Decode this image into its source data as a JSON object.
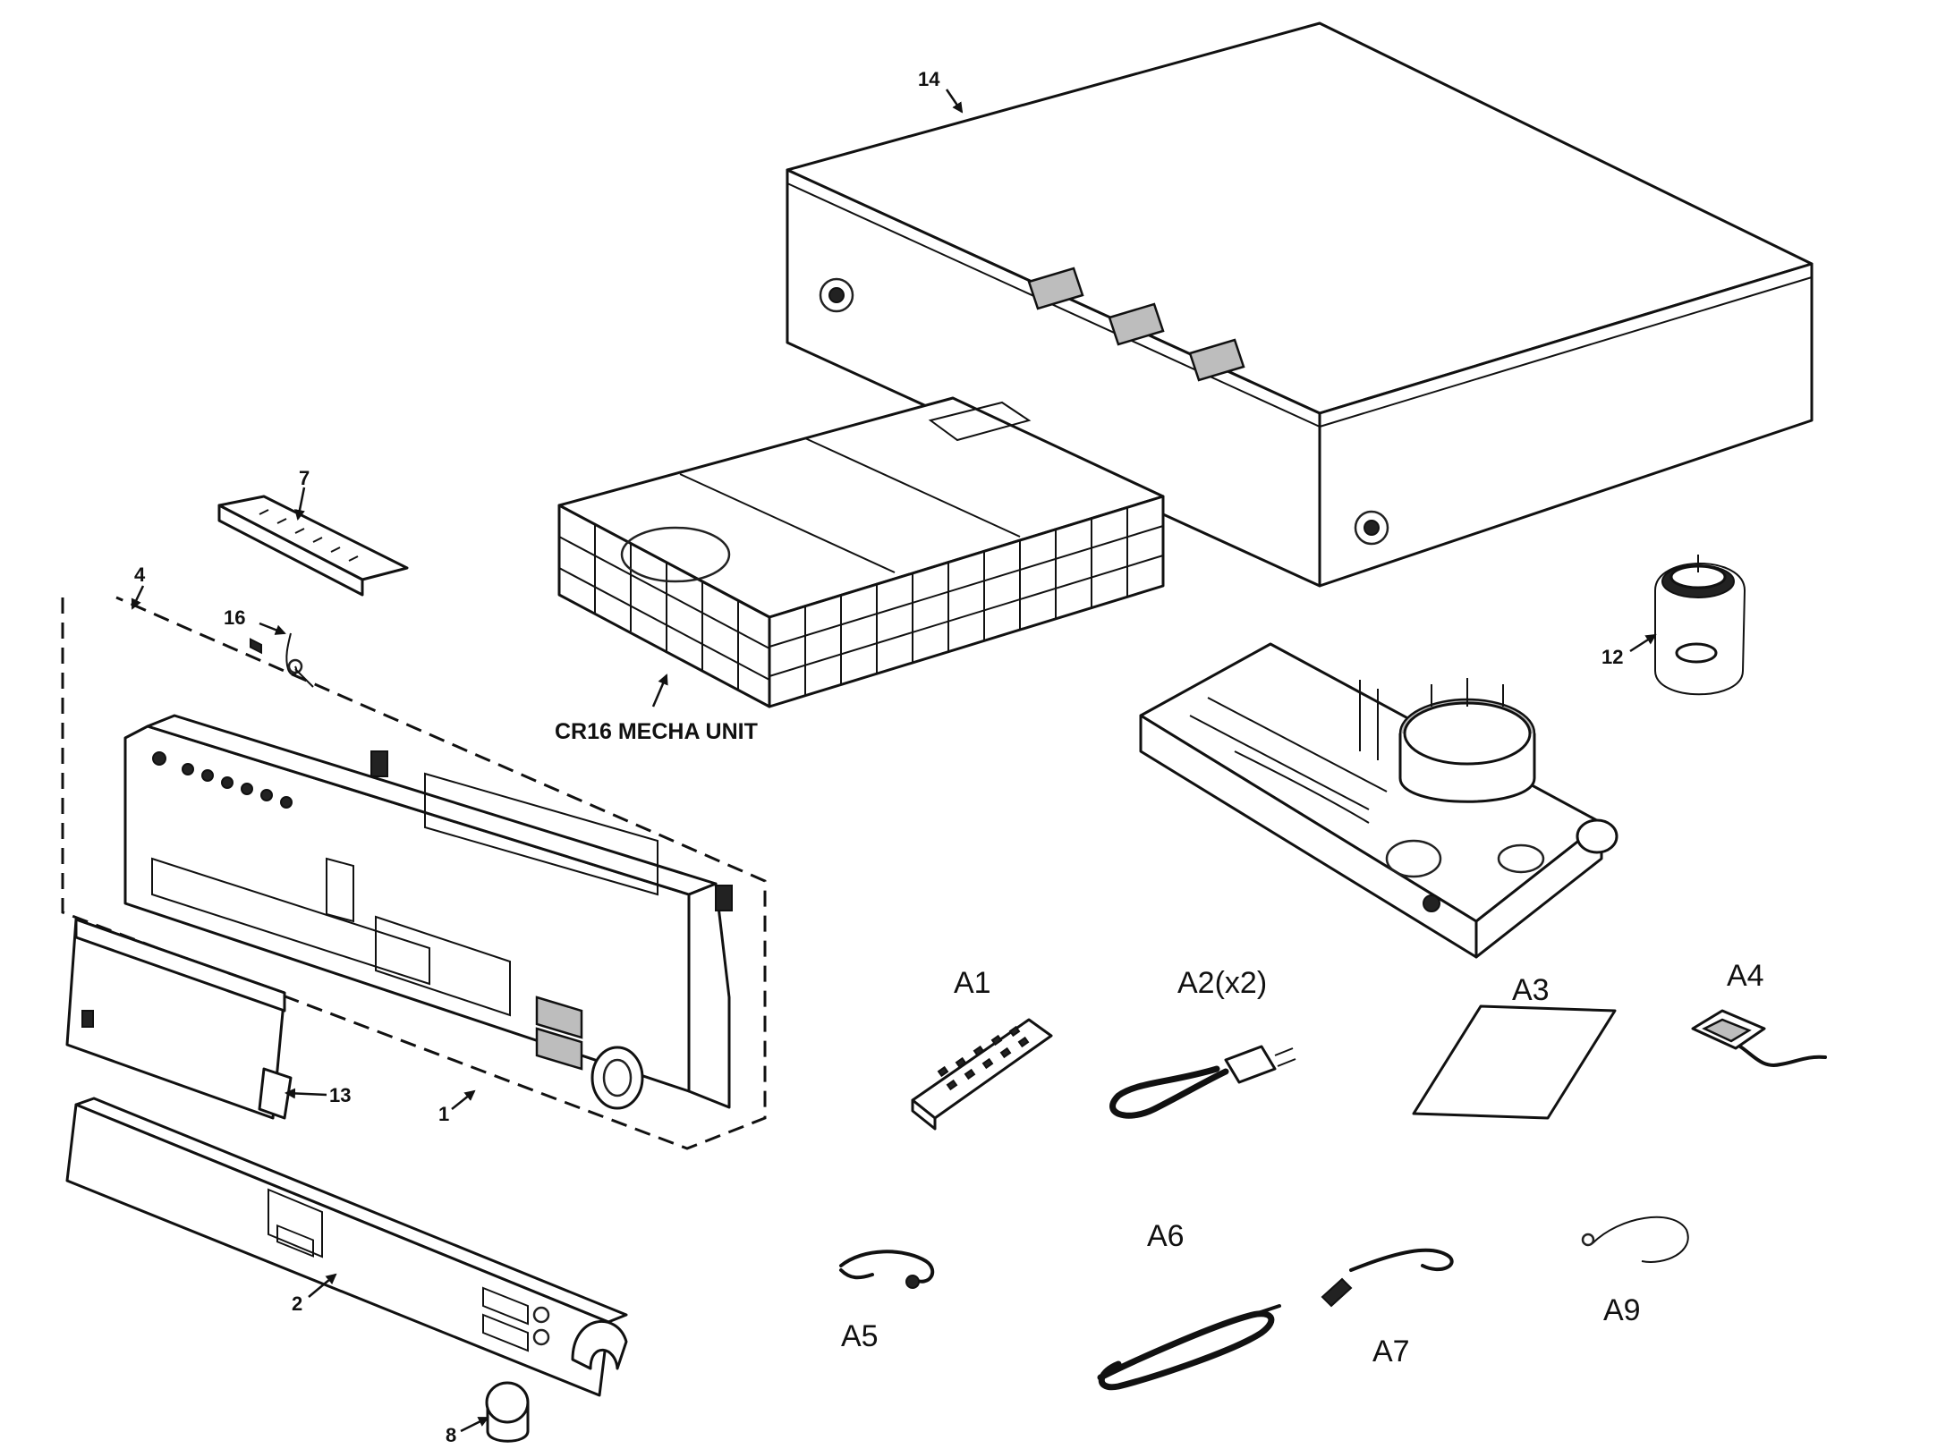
{
  "callouts": {
    "c14": "14",
    "c7": "7",
    "c4": "4",
    "c16": "16",
    "c12": "12",
    "c13": "13",
    "c1": "1",
    "c2": "2",
    "c8": "8",
    "mecha_unit": "CR16 MECHA UNIT"
  },
  "accessories": {
    "a1": "A1",
    "a2": "A2(x2)",
    "a3": "A3",
    "a4": "A4",
    "a5": "A5",
    "a6": "A6",
    "a7": "A7",
    "a9": "A9"
  },
  "colors": {
    "line": "#111111",
    "background": "#ffffff"
  }
}
